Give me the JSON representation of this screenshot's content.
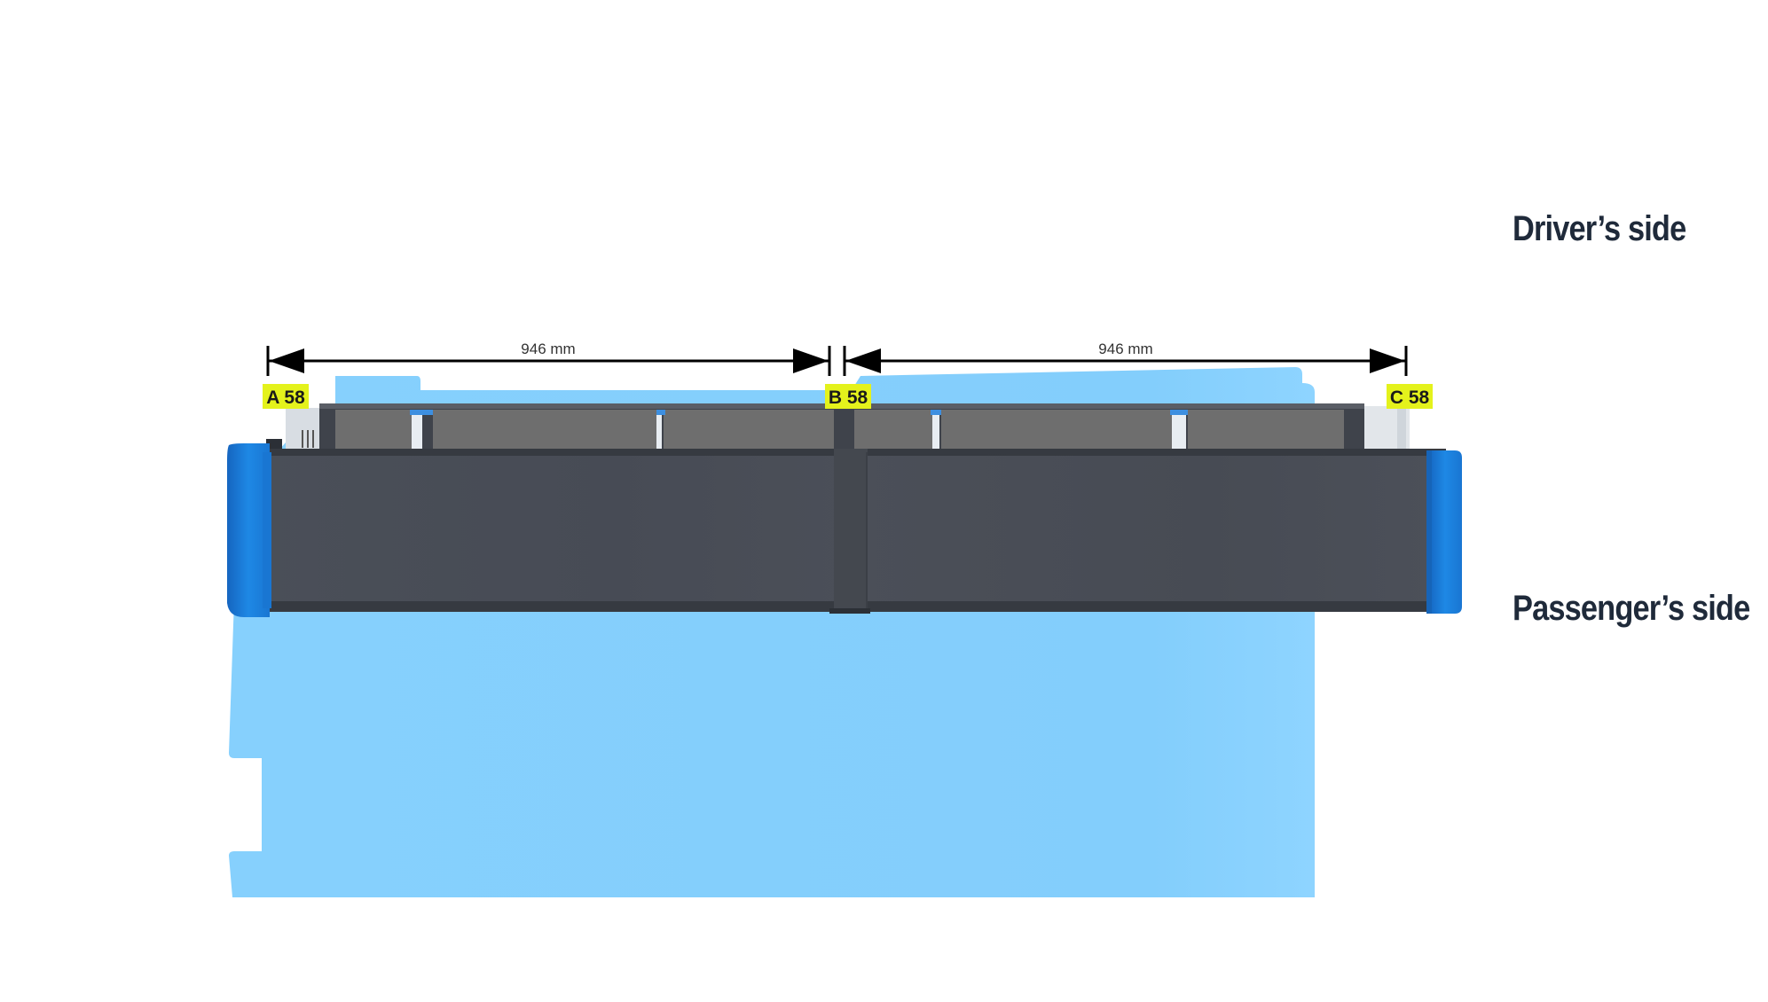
{
  "labels": {
    "drivers_side": "Driver’s side",
    "passengers_side": "Passenger’s side"
  },
  "dimensions": [
    {
      "label": "946 mm",
      "from": "A",
      "to": "B",
      "value_mm": 946
    },
    {
      "label": "946 mm",
      "from": "B",
      "to": "C",
      "value_mm": 946
    }
  ],
  "markers": [
    {
      "letter": "A",
      "number": "58",
      "text": "A 58"
    },
    {
      "letter": "B",
      "number": "58",
      "text": "B 58"
    },
    {
      "letter": "C",
      "number": "58",
      "text": "C 58"
    }
  ],
  "colors": {
    "vehicle_roof": "#84cffc",
    "rack_body": "#4a4e57",
    "rack_top": "#3f434b",
    "slat": "#6e6e6e",
    "end_cap": "#1e7fd9",
    "marker_bg": "#e4f21c",
    "marker_text": "#1a1a1a",
    "arrow": "#000000",
    "label_text": "#1f2a3a"
  }
}
